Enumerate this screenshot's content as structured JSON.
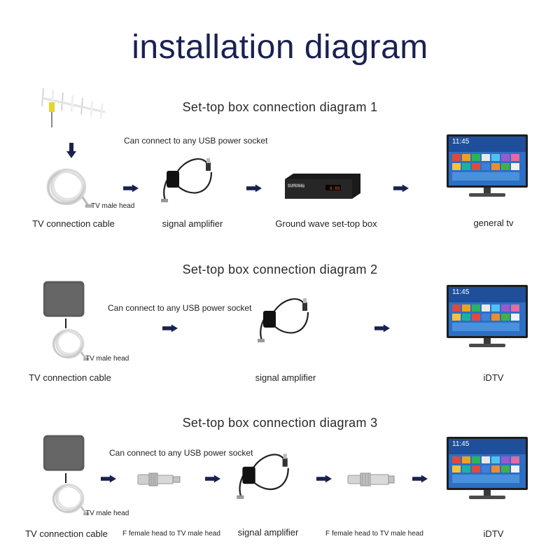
{
  "title": "installation diagram",
  "sections": [
    {
      "heading": "Set-top box connection diagram 1",
      "usb_note": "Can connect to any USB power socket",
      "tv_male_head": "TV male head",
      "labels": {
        "cable": "TV connection cable",
        "amplifier": "signal amplifier",
        "stb": "Ground wave set-top box",
        "tv": "general tv"
      }
    },
    {
      "heading": "Set-top box connection diagram 2",
      "usb_note": "Can connect to any USB power socket",
      "tv_male_head": "TV male head",
      "labels": {
        "cable": "TV connection cable",
        "amplifier": "signal amplifier",
        "tv": "iDTV"
      }
    },
    {
      "heading": "Set-top box connection diagram 3",
      "usb_note": "Can connect to any USB power socket",
      "tv_male_head": "TV male head",
      "labels": {
        "cable": "TV connection cable",
        "adapter1": "F female head to TV male head",
        "amplifier": "signal amplifier",
        "adapter2": "F female head to TV male head",
        "tv": "iDTV"
      }
    }
  ],
  "tv_screen_clock": "11:45",
  "stb_brand": "SUPERdig"
}
